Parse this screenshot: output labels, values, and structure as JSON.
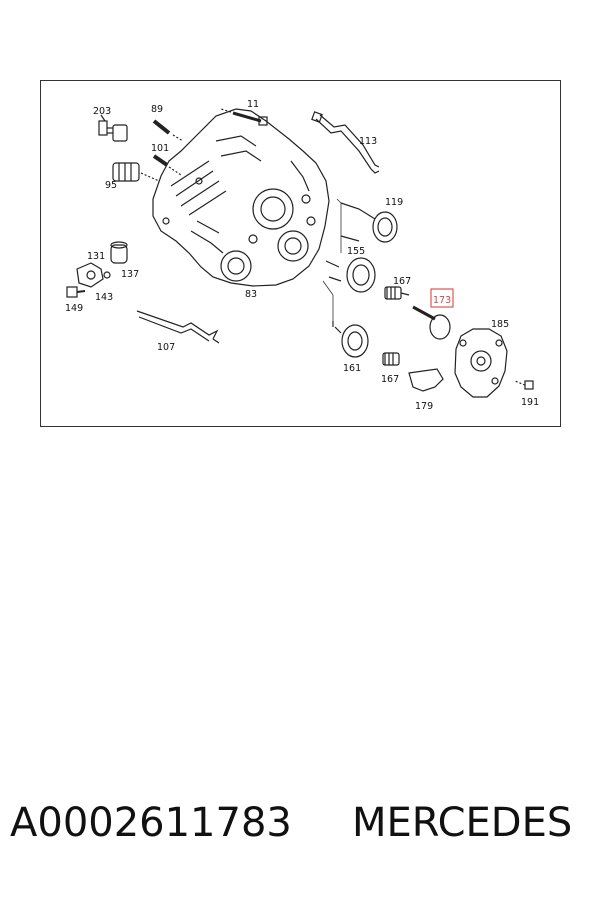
{
  "diagram": {
    "labels": {
      "l203": "203",
      "l89": "89",
      "l11": "11",
      "l113": "113",
      "l101": "101",
      "l95": "95",
      "l119": "119",
      "l155": "155",
      "l131": "131",
      "l137": "137",
      "l143": "143",
      "l149": "149",
      "l83": "83",
      "l167a": "167",
      "l173": "173",
      "l185": "185",
      "l107": "107",
      "l161": "161",
      "l167b": "167",
      "l179": "179",
      "l191": "191"
    },
    "highlight_color": "#e05555"
  },
  "caption": {
    "part_number": "A0002611783",
    "brand": "MERCEDES"
  }
}
